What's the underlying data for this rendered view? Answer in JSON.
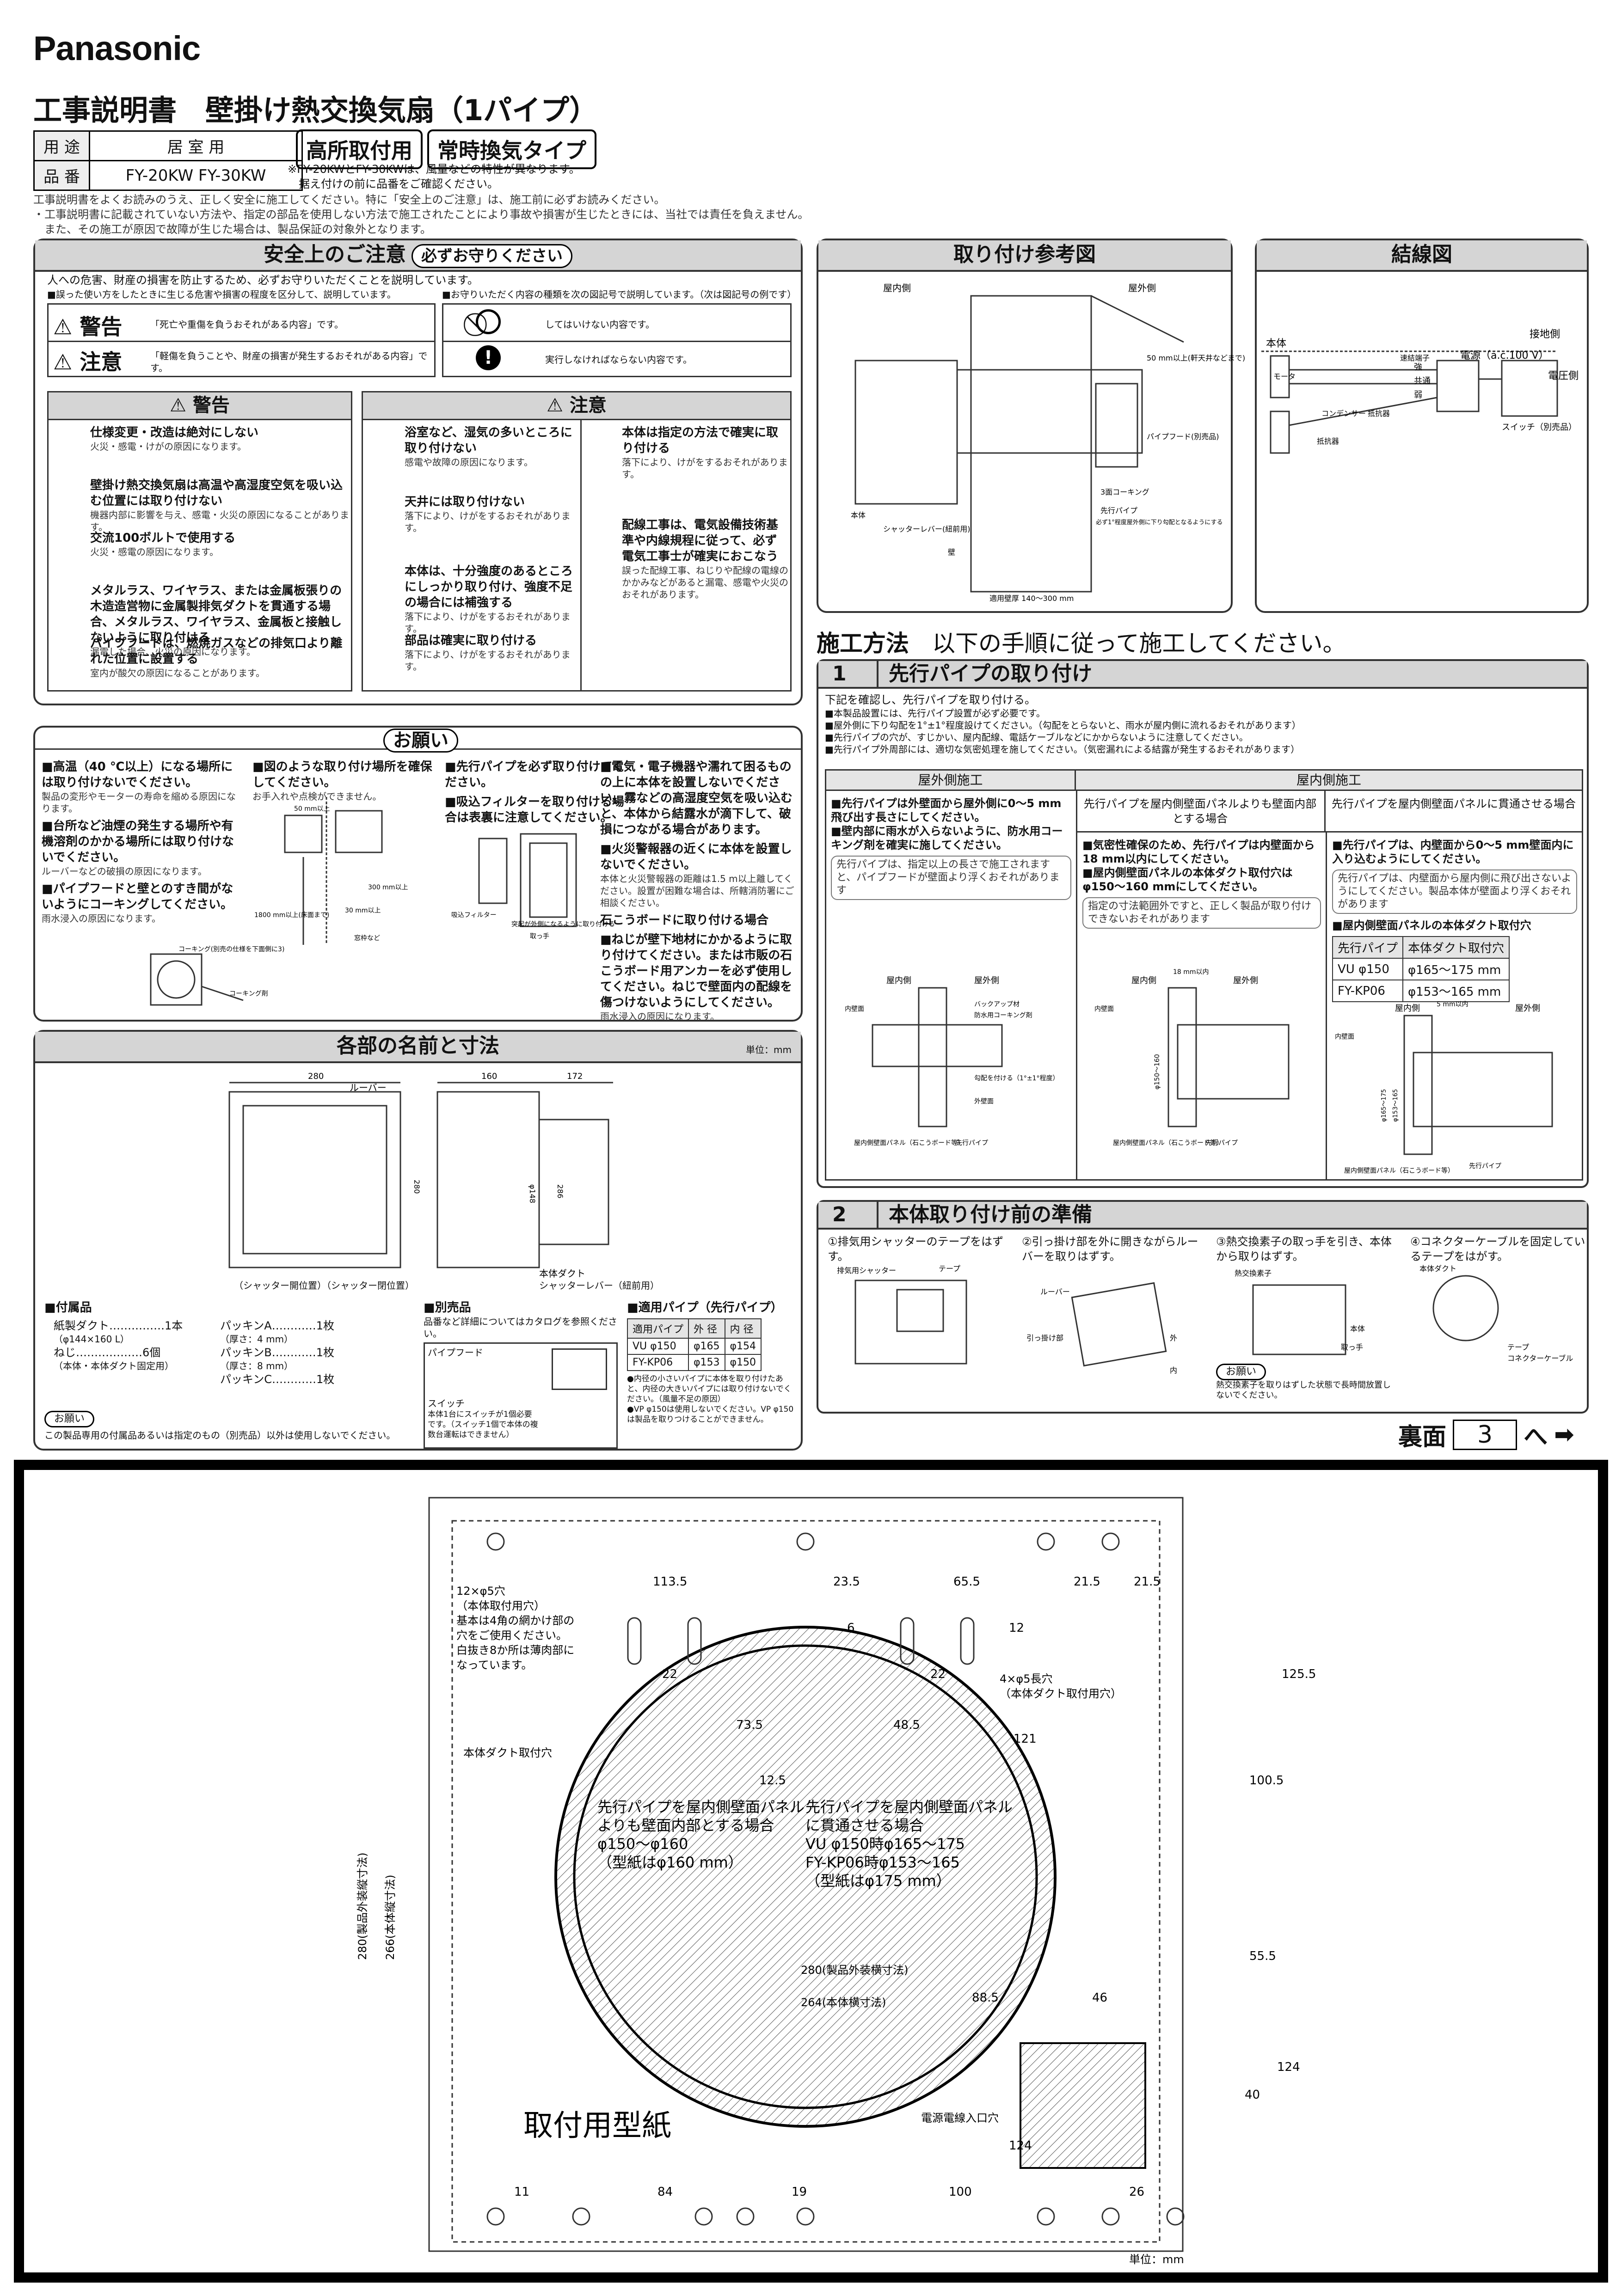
{
  "header": {
    "brand": "Panasonic",
    "title": "工事説明書　壁掛け熱交換気扇（1パイプ）",
    "use_label": "用 途",
    "use_value": "居 室 用",
    "model_label": "品 番",
    "model_value": "FY-20KW  FY-30KW",
    "tag1": "高所取付用",
    "tag2": "常時換気タイプ",
    "model_note": "※FY-20KWとFY-30KWは、風量などの特性が異なります。\n　据え付けの前に品番をご確認ください。",
    "intro": "工事説明書をよくお読みのうえ、正しく安全に施工してください。特に「安全上のご注意」は、施工前に必ずお読みください。\n・工事説明書に記載されていない方法や、指定の部品を使用しない方法で施工されたことにより事故や損害が生じたときには、当社では責任を負えません。\n　また、その施工が原因で故障が生じた場合は、製品保証の対象外となります。"
  },
  "safety": {
    "title": "安全上のご注意",
    "badge": "必ずお守りください",
    "lead": "人への危害、財産の損害を防止するため、必ずお守りいただくことを説明しています。",
    "lead2": "■誤った使い方をしたときに生じる危害や損害の程度を区分して、説明しています。",
    "lead3": "■お守りいただく内容の種類を次の図記号で説明しています。（次は図記号の例です）",
    "warn_word": "警告",
    "warn_desc": "「死亡や重傷を負うおそれがある内容」です。",
    "caut_word": "注意",
    "caut_desc": "「軽傷を負うことや、財産の損害が発生するおそれがある内容」です。",
    "sym1": "してはいけない内容です。",
    "sym2": "実行しなければならない内容です。",
    "warn_head": "警告",
    "caut_head": "注意",
    "warn_items": [
      {
        "t": "仕様変更・改造は絶対にしない",
        "n": "火災・感電・けがの原因になります。",
        "i": "分解禁止"
      },
      {
        "t": "壁掛け熱交換気扇は高温や高湿度空気を吸い込む位置には取り付けない",
        "n": "機器内部に影響を与え、感電・火災の原因になることがあります。",
        "i": "禁止"
      },
      {
        "t": "交流100ボルトで使用する",
        "n": "火災・感電の原因になります。",
        "i": ""
      },
      {
        "t": "メタルラス、ワイヤラス、または金属板張りの木造造営物に金属製排気ダクトを貫通する場合、メタルラス、ワイヤラス、金属板と接触しないように取り付ける",
        "n": "漏電した場合、火災の原因になります。",
        "i": ""
      },
      {
        "t": "パイプフードは、燃焼ガスなどの排気口より離れた位置に設置する",
        "n": "室内が酸欠の原因になることがあります。",
        "i": ""
      }
    ],
    "caut_items": [
      {
        "t": "浴室など、湿気の多いところに取り付けない",
        "n": "感電や故障の原因になります。",
        "i": "水場使用禁止"
      },
      {
        "t": "天井には取り付けない",
        "n": "落下により、けがをするおそれがあります。",
        "i": "禁止"
      },
      {
        "t": "本体は、十分強度のあるところにしっかり取り付け、強度不足の場合には補強する",
        "n": "落下により、けがをするおそれがあります。",
        "i": ""
      },
      {
        "t": "部品は確実に取り付ける",
        "n": "落下により、けがをするおそれがあります。",
        "i": ""
      }
    ],
    "caut_items2": [
      {
        "t": "本体は指定の方法で確実に取り付ける",
        "n": "落下により、けがをするおそれがあります。"
      },
      {
        "t": "配線工事は、電気設備技術基準や内線規程に従って、必ず電気工事士が確実におこなう",
        "n": "誤った配線工事、ねじりや配線の電線のかかみなどがあると漏電、感電や火災のおそれがあります。"
      }
    ]
  },
  "onegai": {
    "title": "お願い",
    "c1": [
      {
        "t": "■高温（40 ℃以上）になる場所には取り付けないでください。",
        "n": "製品の変形やモーターの寿命を縮める原因になります。"
      },
      {
        "t": "■台所など油煙の発生する場所や有機溶剤のかかる場所には取り付けないでください。",
        "n": "ルーバーなどの破損の原因になります。"
      },
      {
        "t": "■パイプフードと壁とのすき間がないようにコーキングしてください。",
        "n": "雨水浸入の原因になります。"
      }
    ],
    "c2": [
      {
        "t": "■図のような取り付け場所を確保してください。",
        "n": "お手入れや点検ができません。"
      }
    ],
    "c3": [
      {
        "t": "■先行パイプを必ず取り付けてください。",
        "n": ""
      },
      {
        "t": "■吸込フィルターを取り付ける場合は表裏に注意してください。",
        "n": ""
      }
    ],
    "c4": [
      {
        "t": "■電気・電子機器や濡れて困るものの上に本体を設置しないでください。霧などの高湿度空気を吸い込むと、本体から結露水が滴下して、破損につながる場合があります。",
        "n": ""
      },
      {
        "t": "■火災警報器の近くに本体を設置しないでください。",
        "n": "本体と火災警報器の距離は1.5 m以上離してください。設置が困難な場合は、所轄消防署にご相談ください。"
      },
      {
        "t": "石こうボードに取り付ける場合",
        "n": ""
      },
      {
        "t": "■ねじが壁下地材にかかるように取り付けてください。または市販の石こうボード用アンカーを必ず使用してください。ねじで壁面内の配線を傷つけないようにしてください。",
        "n": "雨水浸入の原因になります。"
      }
    ],
    "lbl_50": "50 mm以上",
    "lbl_1800": "1800 mm以上(床面まで)",
    "lbl_30": "30 mm以上",
    "lbl_300": "300 mm以上",
    "lbl_window": "窓枠など",
    "lbl_filter": "吸込フィルター",
    "lbl_filter2": "突起が外側になるように取り付ける",
    "lbl_knob": "取っ手",
    "lbl_caulk": "コーキング(別売の仕様を下面側に3)",
    "lbl_caulk2": "コーキング剤"
  },
  "parts": {
    "title": "各部の名前と寸法",
    "unit": "単位：mm",
    "louver": "ルーバー",
    "duct": "本体ダクト",
    "shutter_open": "（シャッター開位置）",
    "shutter_close": "（シャッター閉位置）",
    "shutter_lever": "シャッターレバー（紐前用）",
    "d280": "280",
    "d160": "160",
    "d172": "172",
    "dphi": "φ148",
    "d286": "286",
    "acc_title": "■付属品",
    "acc": [
      [
        "紙製ダクト……………1本",
        "（φ144×160 L）"
      ],
      [
        "ねじ………………6個",
        "（本体・本体ダクト固定用）"
      ]
    ],
    "pack": [
      [
        "パッキンA…………1枚",
        "（厚さ：4 mm）"
      ],
      [
        "パッキンB…………1枚",
        "（厚さ：8 mm）"
      ],
      [
        "パッキンC…………1枚",
        ""
      ]
    ],
    "acc_note_head": "お願い",
    "acc_note": "この製品専用の付属品あるいは指定のもの（別売品）以外は使用しないでください。",
    "opt_title": "■別売品",
    "opt_note": "品番など詳細についてはカタログを参照ください。",
    "opt1": "パイプフード",
    "opt2": "スイッチ",
    "opt2_note": "本体1台にスイッチが1個必要です。（スイッチ1個で本体の複数台運転はできません）",
    "pipe_title": "■適用パイプ（先行パイプ）",
    "pipe_head": [
      "適用パイプ",
      "外 径",
      "内 径"
    ],
    "pipe_rows": [
      [
        "VU φ150",
        "φ165",
        "φ154"
      ],
      [
        "FY-KP06",
        "φ153",
        "φ150"
      ]
    ],
    "pipe_note": "●内径の小さいパイプに本体を取り付けたあと、内径の大きいパイプには取り付けないでください。（風量不足の原因）\n●VP φ150は使用しないでください。VP φ150は製品を取りつけることができません。"
  },
  "ref": {
    "title": "取り付け参考図",
    "in": "屋内側",
    "out": "屋外側",
    "body": "本体",
    "lever": "シャッターレバー(紐前用)",
    "wall": "壁",
    "hood": "パイプフード(別売品)",
    "caulk": "3面コーキング",
    "pipe": "先行パイプ",
    "pipe_note": "必ず1°程度屋外側に下り勾配となるようにする",
    "gap": "50 mm以上(軒天井などまで)",
    "wallthk": "適用壁厚 140～300 mm"
  },
  "wiring": {
    "title": "結線図",
    "body": "本体",
    "ground": "接地側",
    "source": "電源（a.c.100 V）",
    "hot": "電圧側",
    "strong": "強",
    "common": "共通",
    "weak": "弱",
    "term": "速結端子",
    "cond": "コンデンサー",
    "res1": "抵抗器",
    "res2": "抵抗器",
    "switch": "スイッチ（別売品）",
    "mo": "モータ"
  },
  "method": {
    "title": "施工方法",
    "subtitle": "以下の手順に従って施工してください。"
  },
  "step1": {
    "num": "1",
    "title": "先行パイプの取り付け",
    "lead": "下記を確認し、先行パイプを取り付ける。",
    "notes": [
      "■本製品設置には、先行パイプ設置が必ず必要です。",
      "■屋外側に下り勾配を1°±1°程度設けてください。（勾配をとらないと、雨水が屋内側に流れるおそれがあります）",
      "■先行パイプの穴が、すじかい、屋内配線、電話ケーブルなどにかからないように注意してください。",
      "■先行パイプ外周部には、適切な気密処理を施してください。（気密漏れによる結露が発生するおそれがあります）"
    ],
    "col1_head": "屋外側施工",
    "col2_head": "屋内側施工",
    "col2a": "先行パイプを屋内側壁面パネルよりも壁面内部とする場合",
    "col2b": "先行パイプを屋内側壁面パネルに貫通させる場合",
    "c1t": [
      "■先行パイプは外壁面から屋外側に0～5 mm飛び出す長さにしてください。",
      "■壁内部に雨水が入らないように、防水用コーキング剤を確実に施してください。"
    ],
    "c1n": "先行パイプは、指定以上の長さで施工されますと、パイプフードが壁面より浮くおそれがあります",
    "c2t": [
      "■気密性確保のため、先行パイプは内壁面から18 mm以内にしてください。",
      "■屋内側壁面パネルの本体ダクト取付穴はφ150～160 mmにしてください。"
    ],
    "c2n": "指定の寸法範囲外ですと、正しく製品が取り付けできないおそれがあります",
    "c3t": [
      "■先行パイプは、内壁面から0～5 mm壁面内に入り込むようにしてください。"
    ],
    "c3n": "先行パイプは、内壁面から屋内側に飛び出さないようにしてください。製品本体が壁面より浮くおそれがあります",
    "c3t2": "■屋内側壁面パネルの本体ダクト取付穴",
    "hole_head": [
      "先行パイプ",
      "本体ダクト取付穴"
    ],
    "hole_rows": [
      [
        "VU φ150",
        "φ165～175 mm"
      ],
      [
        "FY-KP06",
        "φ153～165 mm"
      ]
    ],
    "in": "屋内側",
    "out": "屋外側",
    "backup": "バックアップ材",
    "waterproof": "防水用コーキング剤",
    "slope": "勾配を付ける（1°±1°程度）",
    "outer": "外壁面",
    "inner": "内壁面",
    "panel": "屋内側壁面パネル（石こうボード等）",
    "pipe": "先行パイプ",
    "d18": "18 mm以内",
    "d5": "5 mm以内",
    "dphi1": "φ150～160",
    "dphi2": "φ165～175",
    "dphi3": "φ153～165"
  },
  "step2": {
    "num": "2",
    "title": "本体取り付け前の準備",
    "items": [
      "①排気用シャッターのテープをはずす。",
      "②引っ掛け部を外に開きながらルーバーを取りはずす。",
      "③熱交換素子の取っ手を引き、本体から取りはずす。",
      "④コネクターケーブルを固定しているテープをはがす。"
    ],
    "tape": "テープ",
    "shutter": "排気用シャッター",
    "louver": "ルーバー",
    "hook": "引っ掛け部",
    "outer": "外",
    "inner": "内",
    "element": "熱交換素子",
    "body": "本体",
    "knob": "取っ手",
    "duct": "本体ダクト",
    "tape2": "テープ",
    "cable": "コネクターケーブル",
    "note_head": "お願い",
    "note": "熱交換素子を取りはずした状態で長時間放置しないでください。"
  },
  "next": {
    "text": "裏面",
    "num": "3",
    "suffix": "へ",
    "arrow": "➡"
  },
  "template": {
    "title": "取付用型紙",
    "unit": "単位：mm",
    "holes_note": "12×φ5穴\n（本体取付用穴）\n基本は4角の網かけ部の\n穴をご使用ください。\n白抜き8か所は薄肉部に\nなっています。",
    "slot_note": "4×φ5長穴\n（本体ダクト取付用穴）",
    "duct_hole": "本体ダクト取付穴",
    "power_hole": "電源電線入口穴",
    "case_a": "先行パイプを屋内側壁面パネル\nよりも壁面内部とする場合\nφ150～φ160\n（型紙はφ160 mm）",
    "case_b": "先行パイプを屋内側壁面パネル\nに貫通させる場合\nVU φ150時φ165～175\nFY-KP06時φ153～165\n（型紙はφ175 mm）",
    "w280": "280(製品外装横寸法)",
    "w264": "264(本体横寸法)",
    "h280": "280(製品外装縦寸法)",
    "h266": "266(本体縦寸法)",
    "dims": {
      "a": "113.5",
      "b": "23.5",
      "c": "65.5",
      "d": "21.5",
      "e": "21.5",
      "f": "22",
      "g": "22",
      "h": "6",
      "i": "12",
      "j": "73.5",
      "k": "48.5",
      "l": "121",
      "m": "12.5",
      "n": "125.5",
      "o": "100.5",
      "p": "55.5",
      "q": "124",
      "r": "40",
      "s": "88.5",
      "t": "46",
      "u": "124",
      "v": "11",
      "w": "84",
      "x": "19",
      "y": "100",
      "z": "26"
    }
  }
}
